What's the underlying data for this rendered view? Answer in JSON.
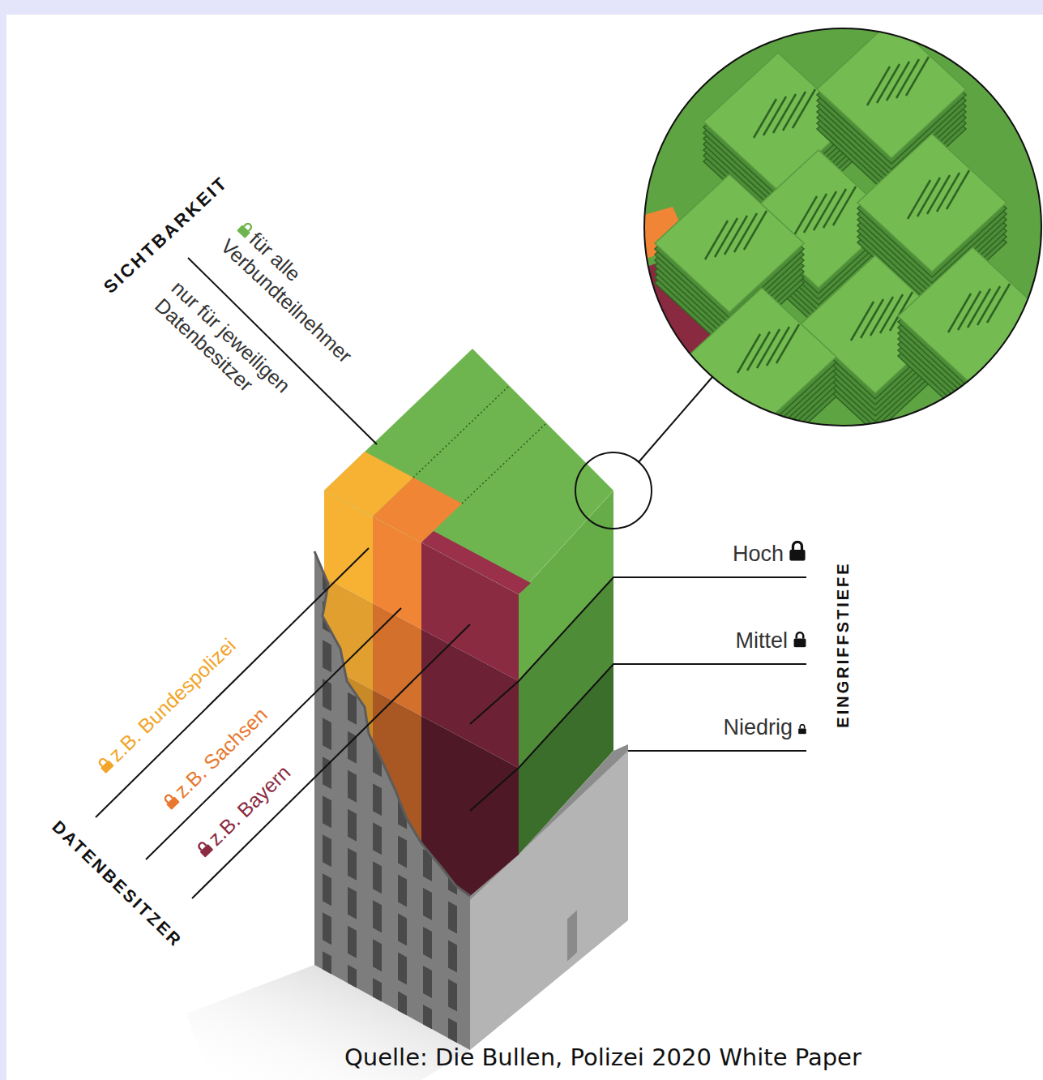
{
  "diagram": {
    "caption": "Quelle: Die Bullen, Polizei 2020 White Paper",
    "labels": [
      "SICHTBARKEIT",
      "für alle Verbundteilnehmer",
      "nur für jeweiligen Datenbesitzer",
      "z.B. Bundespolizei",
      "z.B. Sachsen",
      "z.B. Bayern",
      "DATENBESITZER",
      "Hoch",
      "Mittel",
      "Niedrig",
      "EINGRIFFSTIEFE"
    ]
  }
}
